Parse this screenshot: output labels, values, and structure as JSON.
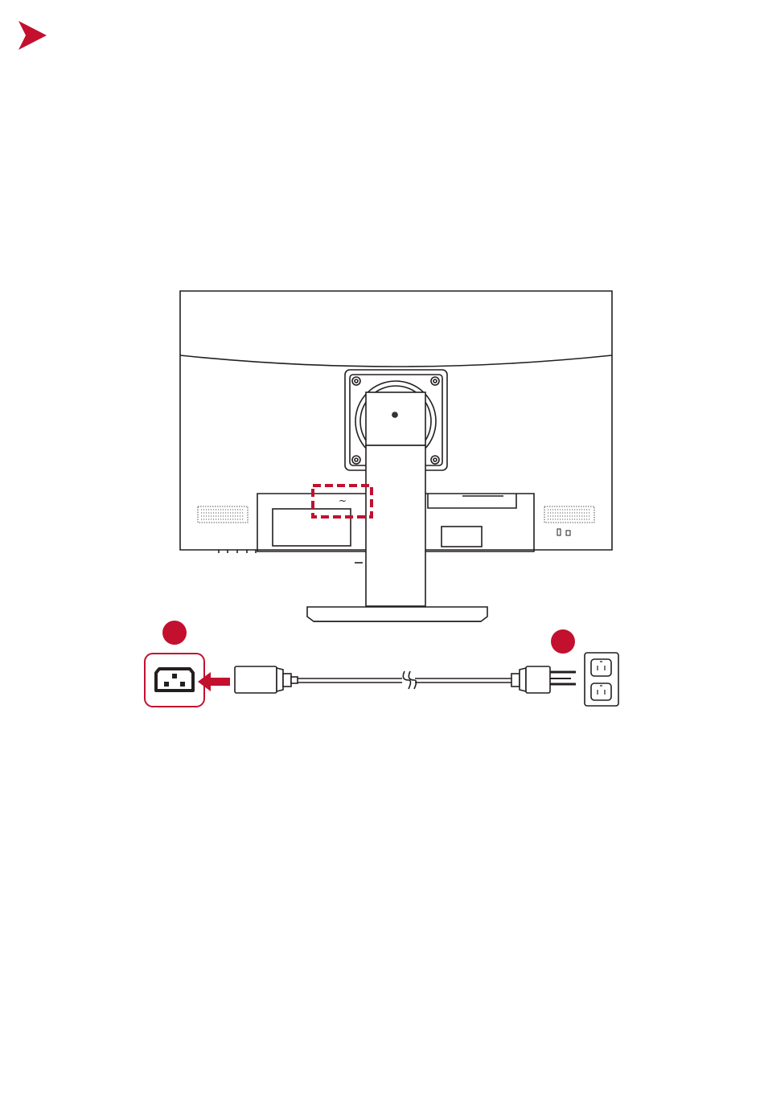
{
  "header": {
    "logo": {
      "icon": "chevron-right-icon",
      "color": "#c3102f"
    }
  },
  "diagram": {
    "accent_color": "#c3102f",
    "line_color": "#231f20",
    "callouts": [
      {
        "icon": "step-marker-icon"
      },
      {
        "icon": "step-marker-icon"
      }
    ],
    "ac_symbol": "~",
    "elements": [
      "monitor-rear-view",
      "ac-in-port-highlight",
      "ac-inlet-detail",
      "insert-arrow",
      "power-cable",
      "wall-outlet"
    ]
  }
}
